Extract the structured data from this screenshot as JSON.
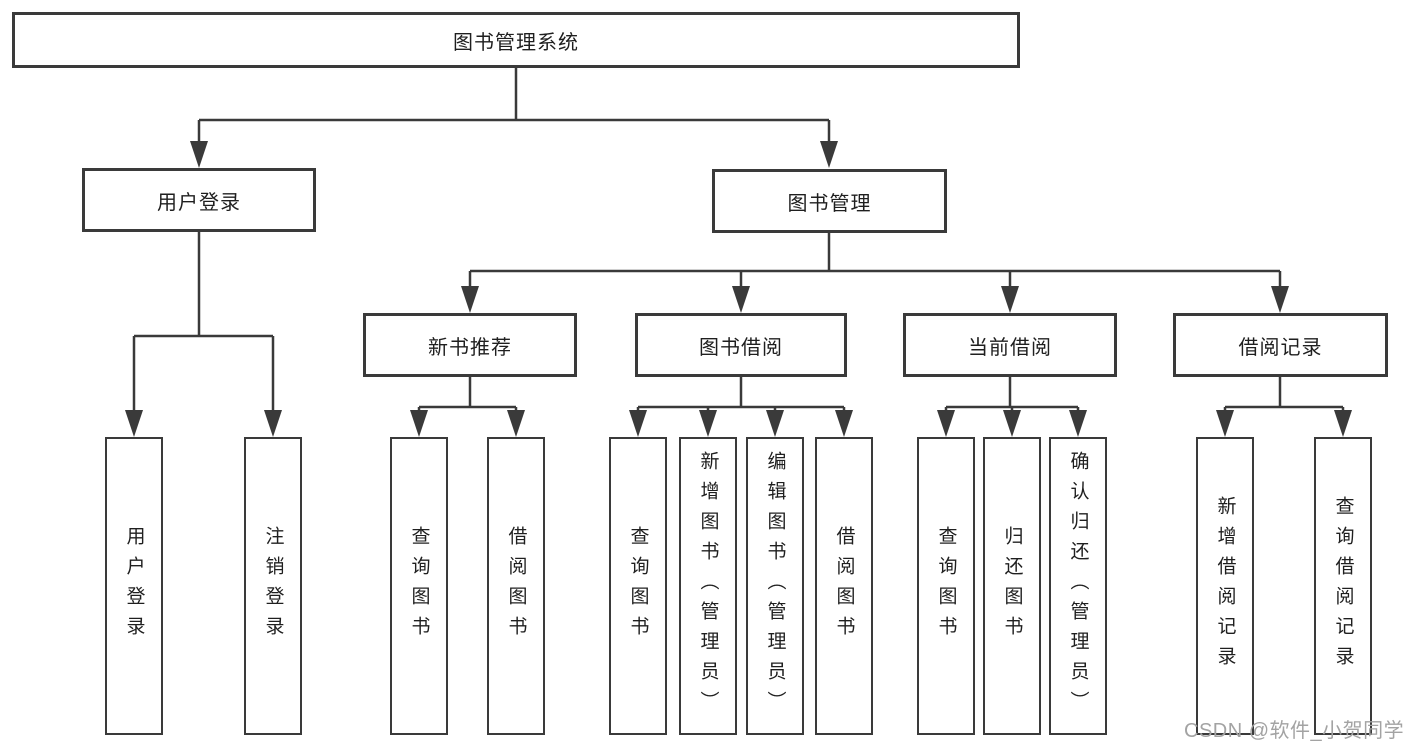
{
  "diagram": {
    "title": "图书管理系统",
    "tree": {
      "label": "图书管理系统",
      "children": [
        {
          "label": "用户登录",
          "children": [
            {
              "label": "用户登录"
            },
            {
              "label": "注销登录"
            }
          ]
        },
        {
          "label": "图书管理",
          "children": [
            {
              "label": "新书推荐",
              "children": [
                {
                  "label": "查询图书"
                },
                {
                  "label": "借阅图书"
                }
              ]
            },
            {
              "label": "图书借阅",
              "children": [
                {
                  "label": "查询图书"
                },
                {
                  "label": "新增图书（管理员）"
                },
                {
                  "label": "编辑图书（管理员）"
                },
                {
                  "label": "借阅图书"
                }
              ]
            },
            {
              "label": "当前借阅",
              "children": [
                {
                  "label": "查询图书"
                },
                {
                  "label": "归还图书"
                },
                {
                  "label": "确认归还（管理员）"
                }
              ]
            },
            {
              "label": "借阅记录",
              "children": [
                {
                  "label": "新增借阅记录"
                },
                {
                  "label": "查询借阅记录"
                }
              ]
            }
          ]
        }
      ]
    }
  },
  "watermark": {
    "text": "CSDN @软件_小贺同学"
  },
  "colors": {
    "line": "#3a3a3a",
    "box_border": "#3a3a3a",
    "text": "#1f1f1f",
    "watermark": "#a3a3a3",
    "background": "#ffffff"
  }
}
